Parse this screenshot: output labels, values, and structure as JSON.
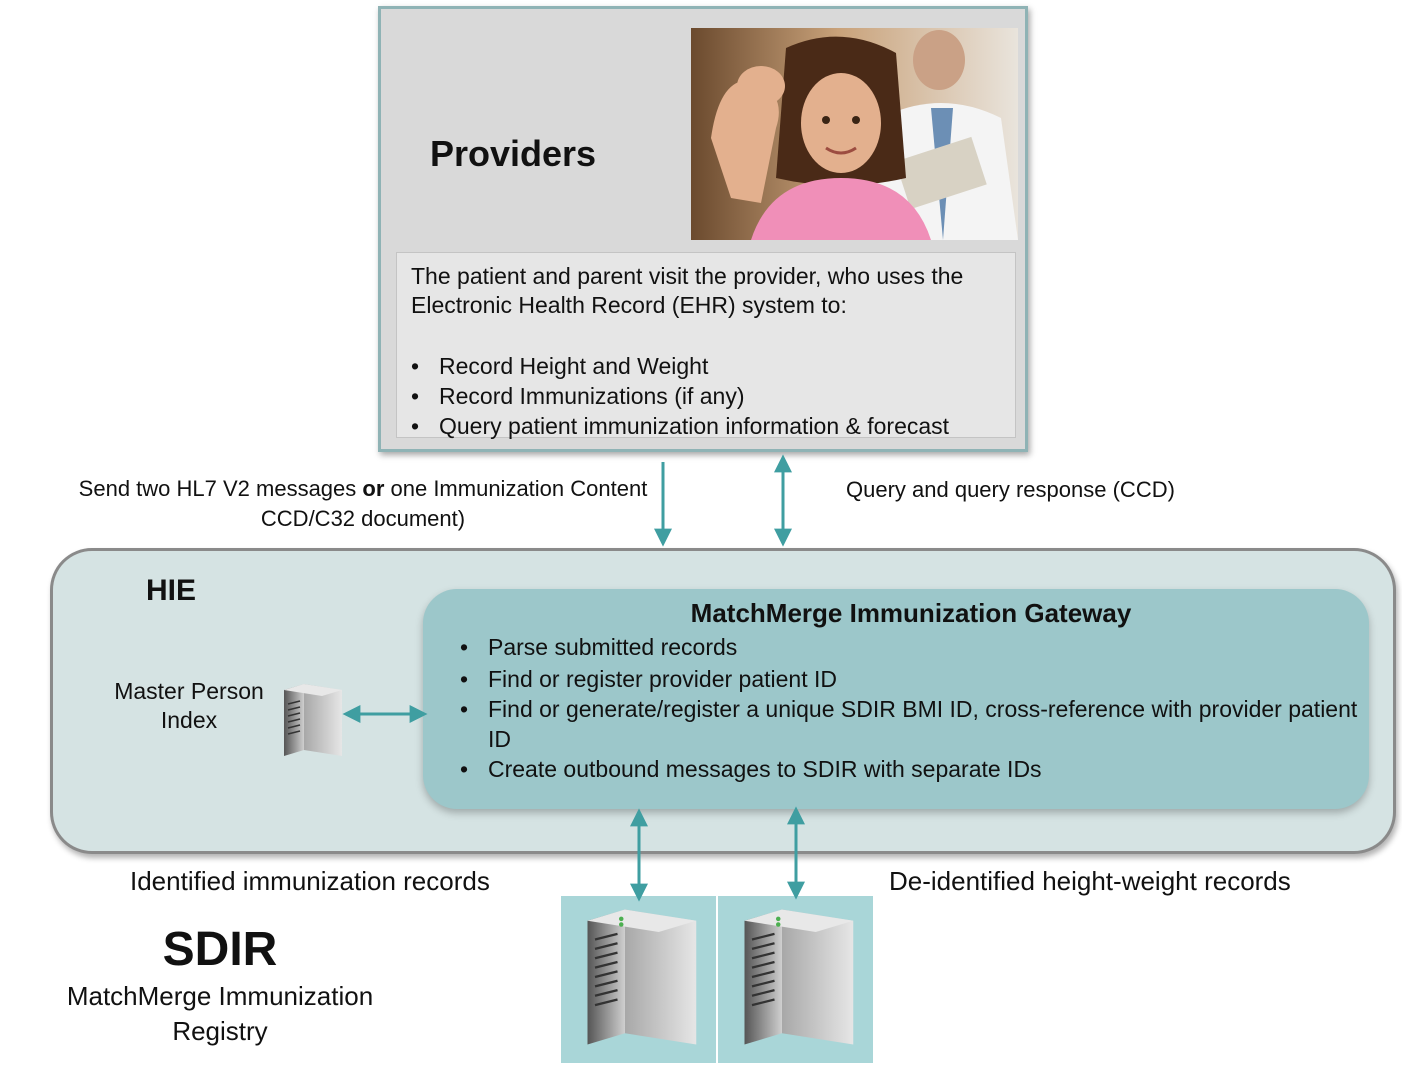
{
  "providers": {
    "title": "Providers",
    "photo_description": "girl flexing arm with doctor",
    "intro": "The patient and parent visit the provider, who uses the Electronic Health Record (EHR) system to:",
    "tasks": [
      "Record Height and Weight",
      "Record Immunizations (if any)",
      "Query patient immunization information & forecast"
    ]
  },
  "flows": {
    "send_part1": "Send two HL7 V2 messages ",
    "send_bold": "or",
    "send_part2": " one Immunization Content CCD/C32 document)",
    "query": "Query and query response (CCD)"
  },
  "hie": {
    "title": "HIE",
    "mpi_label": "Master Person Index",
    "gateway": {
      "title": "MatchMerge Immunization Gateway",
      "steps": [
        "Parse submitted records",
        "Find or register provider patient ID",
        "Find or generate/register a unique SDIR BMI ID, cross-reference with provider patient ID",
        "Create outbound messages to SDIR with separate IDs"
      ]
    }
  },
  "sdir": {
    "identified_label": "Identified immunization records",
    "deidentified_label": "De-identified height-weight records",
    "title": "SDIR",
    "subtitle": "MatchMerge Immunization Registry"
  },
  "colors": {
    "arrow": "#3f9ea1",
    "gateway": "#9cc7ca",
    "hie": "#d5e3e3",
    "providers": "#d9d9d9"
  }
}
